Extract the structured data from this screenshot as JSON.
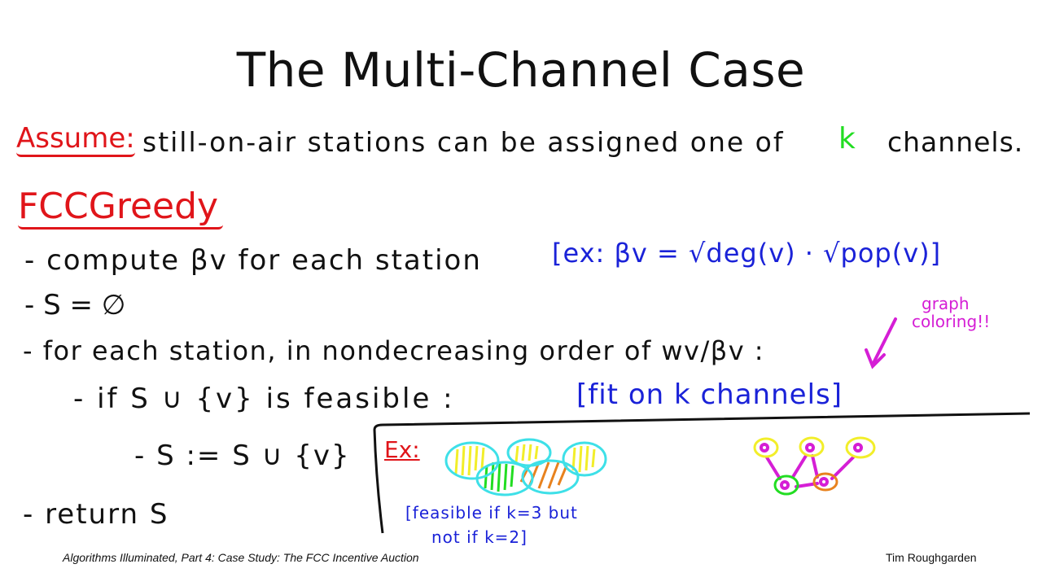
{
  "slide": {
    "title": "The Multi-Channel Case",
    "assume": {
      "label": "Assume:",
      "text_before": "still-on-air stations can be assigned one of",
      "k": "k",
      "text_after": "channels."
    },
    "algorithm": {
      "name": "FCCGreedy",
      "steps": [
        {
          "text": "- compute βv for each station",
          "note": "[ex: βv = √deg(v) · √pop(v)]"
        },
        {
          "text": "- S = ∅"
        },
        {
          "text": "- for each station, in nondecreasing order of wv/βv :"
        },
        {
          "text": "- if S ∪ {v} is feasible :",
          "note": "[fit on k channels]"
        },
        {
          "text": "- S := S ∪ {v}"
        },
        {
          "text": "- return S"
        }
      ],
      "side_note": {
        "line1": "graph",
        "line2": "coloring!!"
      }
    },
    "example": {
      "label": "Ex:",
      "caption_line1": "[feasible if k=3 but",
      "caption_line2": "not if k=2]"
    },
    "footer": {
      "left": "Algorithms Illuminated, Part 4: Case Study: The FCC Incentive Auction",
      "right": "Tim Roughgarden"
    },
    "colors": {
      "red": "#e0151a",
      "blue": "#1a22d8",
      "green": "#22dd22",
      "magenta": "#d51ed5",
      "yellow": "#f2ee2a",
      "cyan": "#3ee0e8",
      "orange": "#e8821e"
    }
  }
}
